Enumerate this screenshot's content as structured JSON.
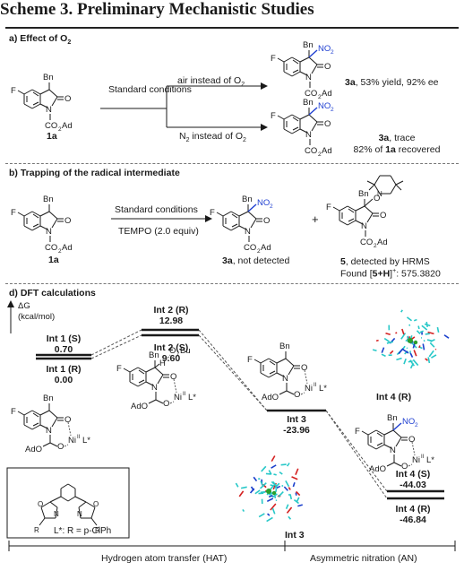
{
  "title": "Scheme 3. Preliminary Mechanistic Studies",
  "section_a": {
    "heading": "a) Effect of O",
    "heading_sub": "2",
    "start_label": "1a",
    "conditions": "Standard conditions",
    "arrow_top": "air instead of O",
    "arrow_top_sub": "2",
    "arrow_bottom": "N",
    "arrow_bottom_sub1": "2",
    "arrow_bottom_mid": " instead of O",
    "arrow_bottom_sub2": "2",
    "result_top_bold": "3a",
    "result_top": ", 53% yield, 92% ee",
    "result_bottom_bold": "3a",
    "result_bottom_l1": ", trace",
    "result_bottom_l2a": "82% of ",
    "result_bottom_l2b": "1a",
    "result_bottom_l2c": " recovered"
  },
  "section_b": {
    "heading": "b) Trapping of the radical intermediate",
    "start_label": "1a",
    "cond_top": "Standard conditions",
    "cond_bottom": "TEMPO (2.0 equiv)",
    "product_bold": "3a",
    "product_note": ", not detected",
    "plus": "+",
    "adduct_bold": "5",
    "adduct_note": ", detected by HRMS",
    "found_a": "Found [",
    "found_b": "5+H",
    "found_c": "]",
    "found_sup": "+",
    "found_d": ": 575.3820"
  },
  "section_d": {
    "heading": "d) DFT calculations",
    "axis_label_1": "ΔG",
    "axis_label_2": "(kcal/mol)",
    "ligand_caption": "L*: R = p-ClPh",
    "hat_label": "Hydrogen atom transfer (HAT)",
    "an_label": "Asymmetric nitration (AN)",
    "int4r_label": "Int 4 (R)",
    "int3_struct_label": "Int 3",
    "levels": [
      {
        "name": "Int 1 (S)",
        "value": "0.70"
      },
      {
        "name": "Int 1 (R)",
        "value": "0.00"
      },
      {
        "name": "Int 2 (R)",
        "value": "12.98"
      },
      {
        "name": "Int 2 (S)",
        "value": "9.60"
      },
      {
        "name": "Int 3",
        "value": "-23.96"
      },
      {
        "name": "Int 4 (S)",
        "value": "-44.03"
      },
      {
        "name": "Int 4 (R)",
        "value": "-46.84"
      }
    ]
  },
  "chem_text": {
    "bn": "Bn",
    "f": "F",
    "n": "N",
    "o": "O",
    "no2": "NO",
    "no2_sub": "2",
    "co2ad": "CO",
    "co2ad_sub": "2",
    "co2ad_tail": "Ad",
    "ado": "AdO",
    "ni": "Ni",
    "ni_sup": "II",
    "lstar": "L*",
    "otbu_o": "O",
    "otbu": "Bu",
    "otbu_t": "t",
    "h": "H",
    "r": "R"
  },
  "colors": {
    "no2_blue": "#1f3fd1",
    "bond": "#1a1a1a",
    "ts_dash": "#555555",
    "model_cyan": "#28c8c8",
    "model_blue": "#1a3fcc",
    "model_red": "#d42020",
    "model_green": "#2ca02c"
  }
}
